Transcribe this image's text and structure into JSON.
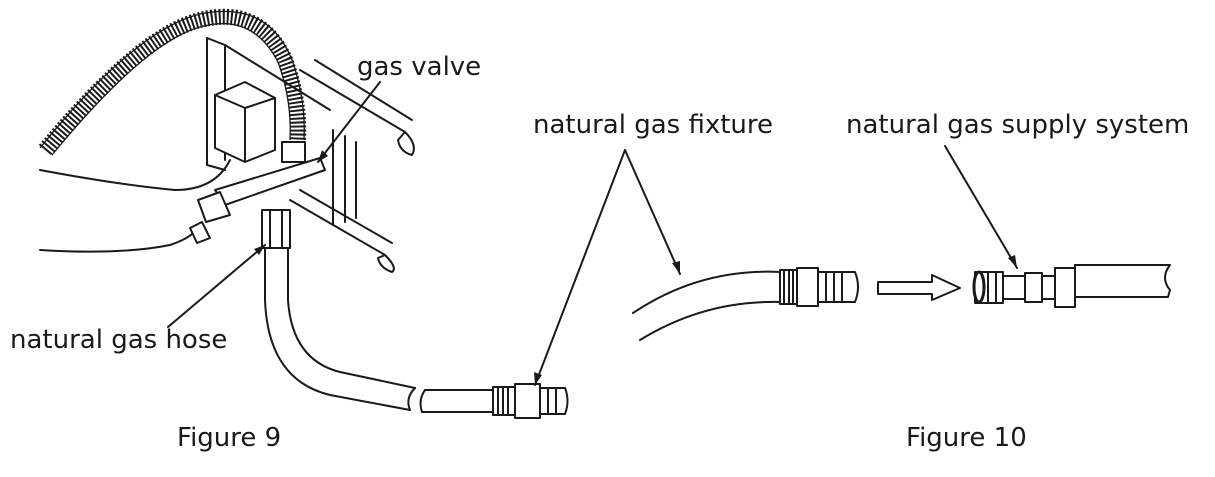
{
  "figures": [
    {
      "id": "figure-9",
      "caption": "Figure 9",
      "labels": {
        "gas_valve": "gas valve",
        "natural_gas_hose": "natural gas hose"
      }
    },
    {
      "id": "figure-10",
      "caption": "Figure 10",
      "labels": {
        "natural_gas_fixture": "natural gas fixture",
        "natural_gas_supply_system": "natural gas supply system"
      }
    }
  ],
  "colors": {
    "line": "#1a1a1a",
    "background": "#ffffff"
  }
}
